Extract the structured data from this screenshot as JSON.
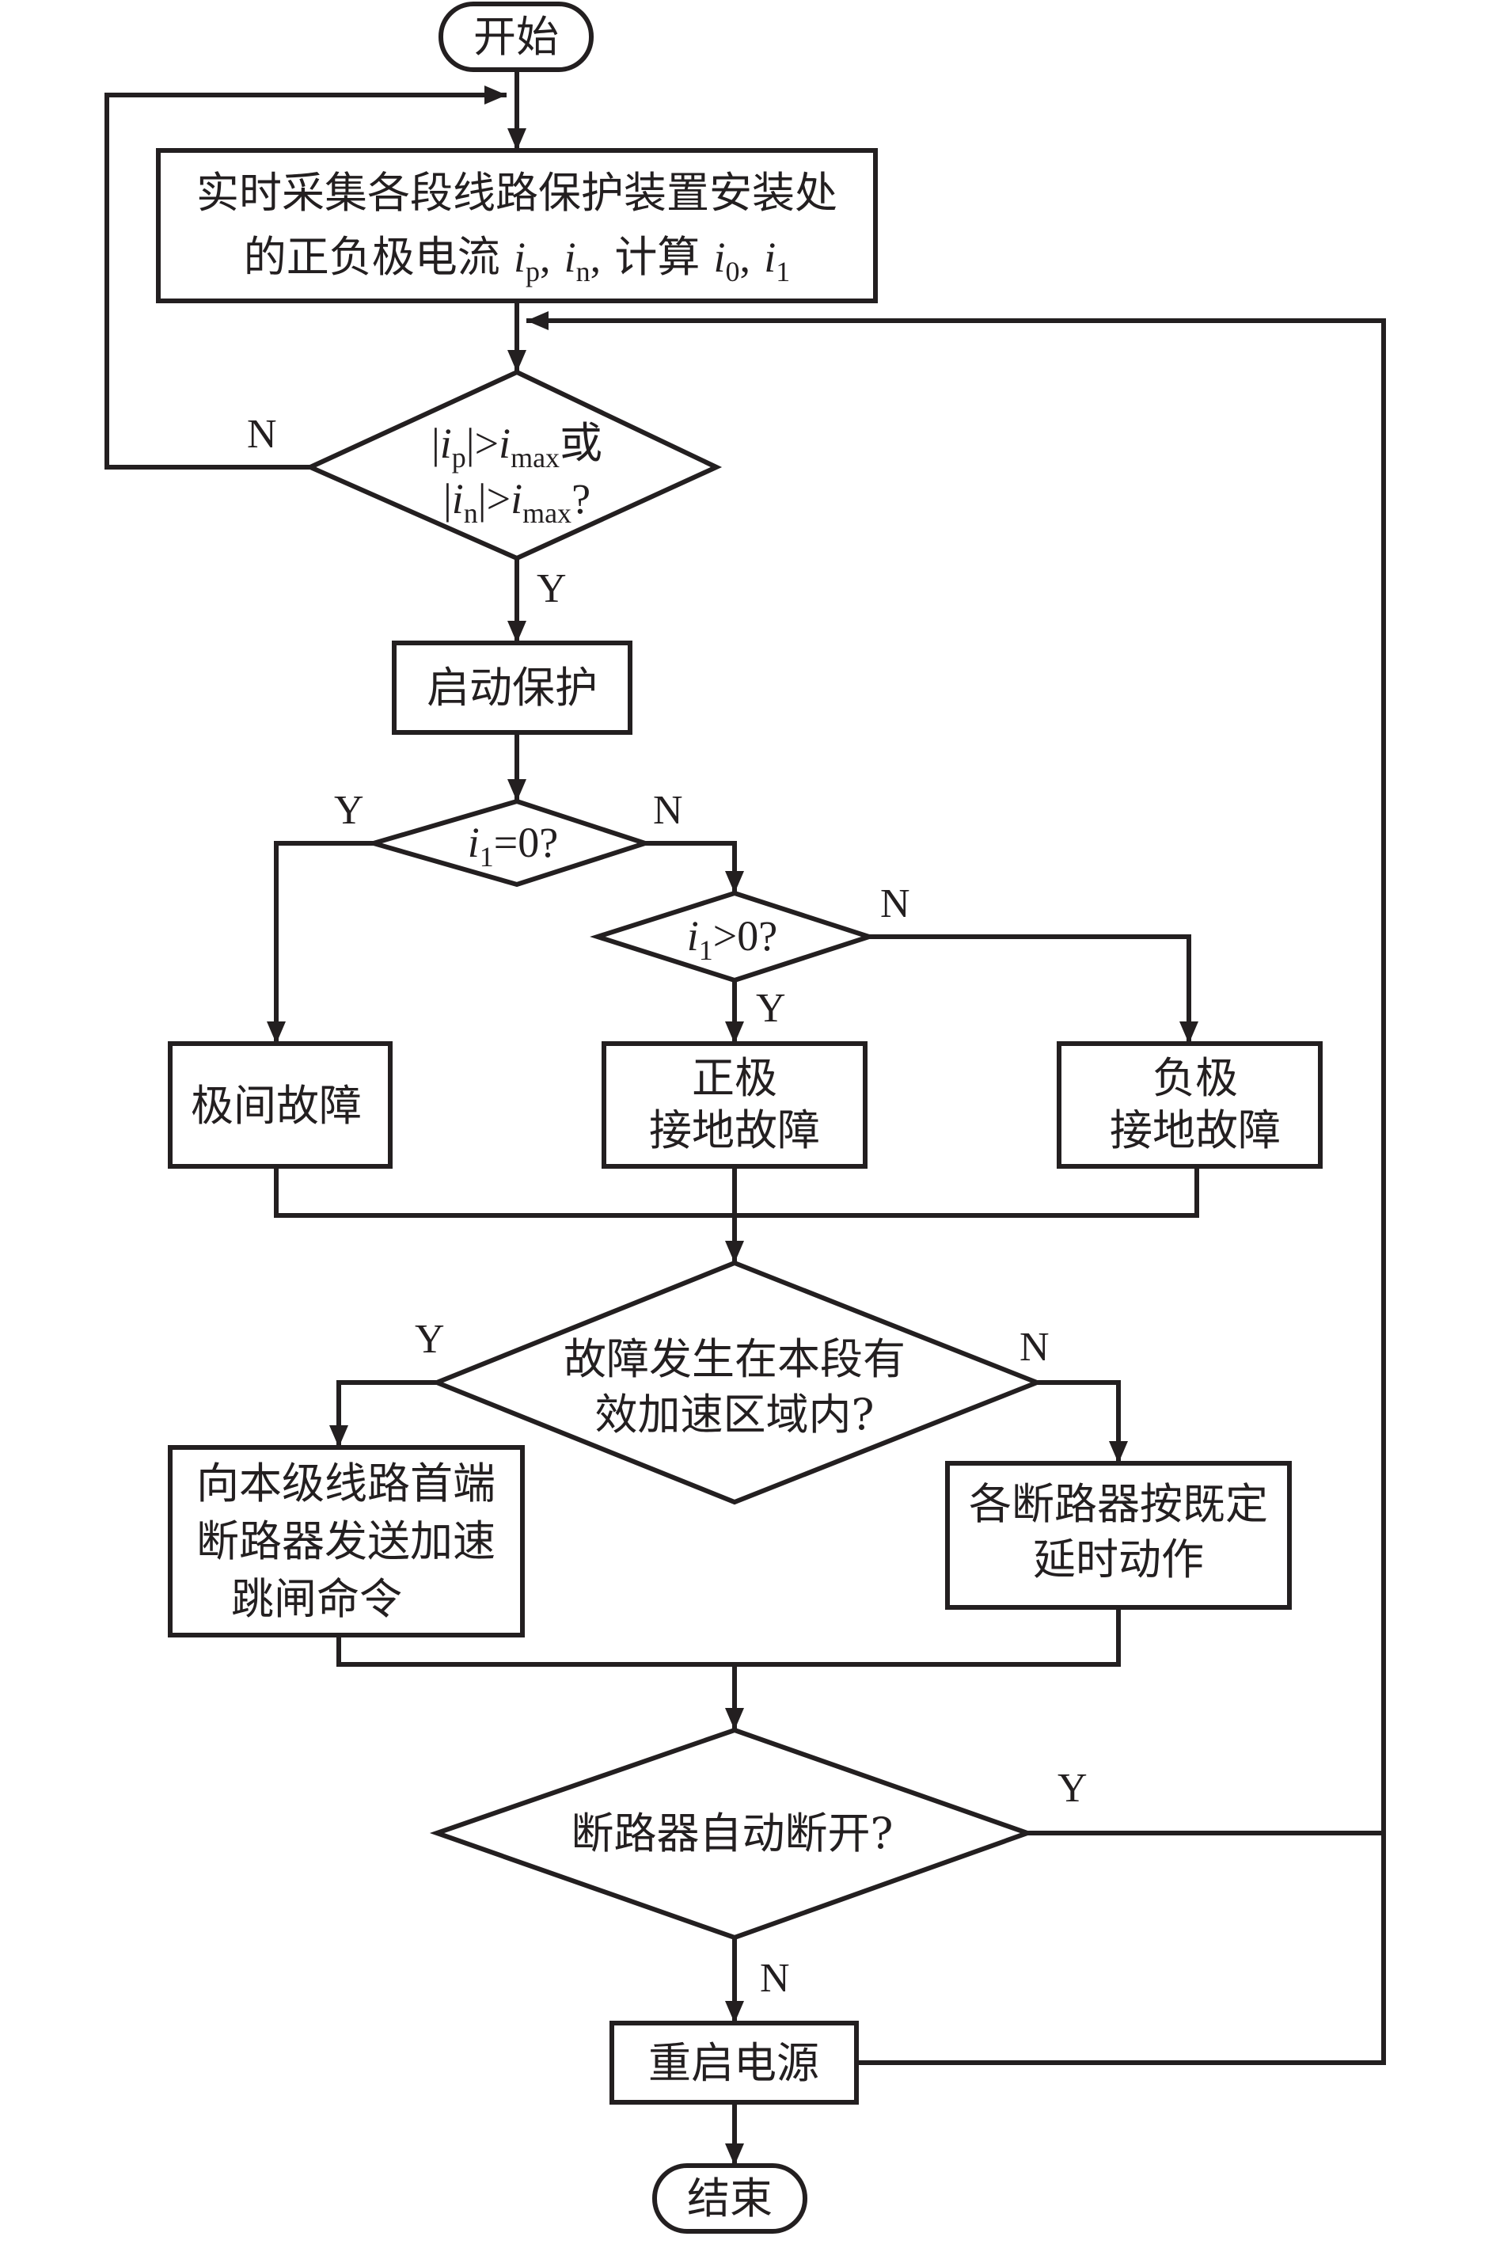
{
  "nodes": {
    "start": "开始",
    "collect": {
      "line1": "实时采集各段线路保护装置安装处",
      "line2_prefix": "的正负极电流",
      "i": "i",
      "p": "p",
      "n": "n",
      "zero": "0",
      "one": "1",
      "comma": ",",
      "compute": "计算"
    },
    "threshold": {
      "bar": "|",
      "gt": ">",
      "max": "max",
      "or": "或",
      "q": "?"
    },
    "start_protect": "启动保护",
    "i1_zero": {
      "op": "=0?"
    },
    "i1_pos": {
      "op": ">0?"
    },
    "pole_fault": "极间故障",
    "pos_fault": {
      "line1": "正极",
      "line2": "接地故障"
    },
    "neg_fault": {
      "line1": "负极",
      "line2": "接地故障"
    },
    "zone": {
      "line1": "故障发生在本段有",
      "line2": "效加速区域内?"
    },
    "accel_trip": {
      "line1": "向本级线路首端",
      "line2": "断路器发送加速",
      "line3": "跳闸命令"
    },
    "delay_trip": {
      "line1": "各断路器按既定",
      "line2": "延时动作"
    },
    "breaker_open": "断路器自动断开?",
    "restart": "重启电源",
    "end": "结束"
  },
  "branch_labels": {
    "yes": "Y",
    "no": "N"
  },
  "colors": {
    "stroke": "#231f20",
    "fill": "#ffffff"
  }
}
